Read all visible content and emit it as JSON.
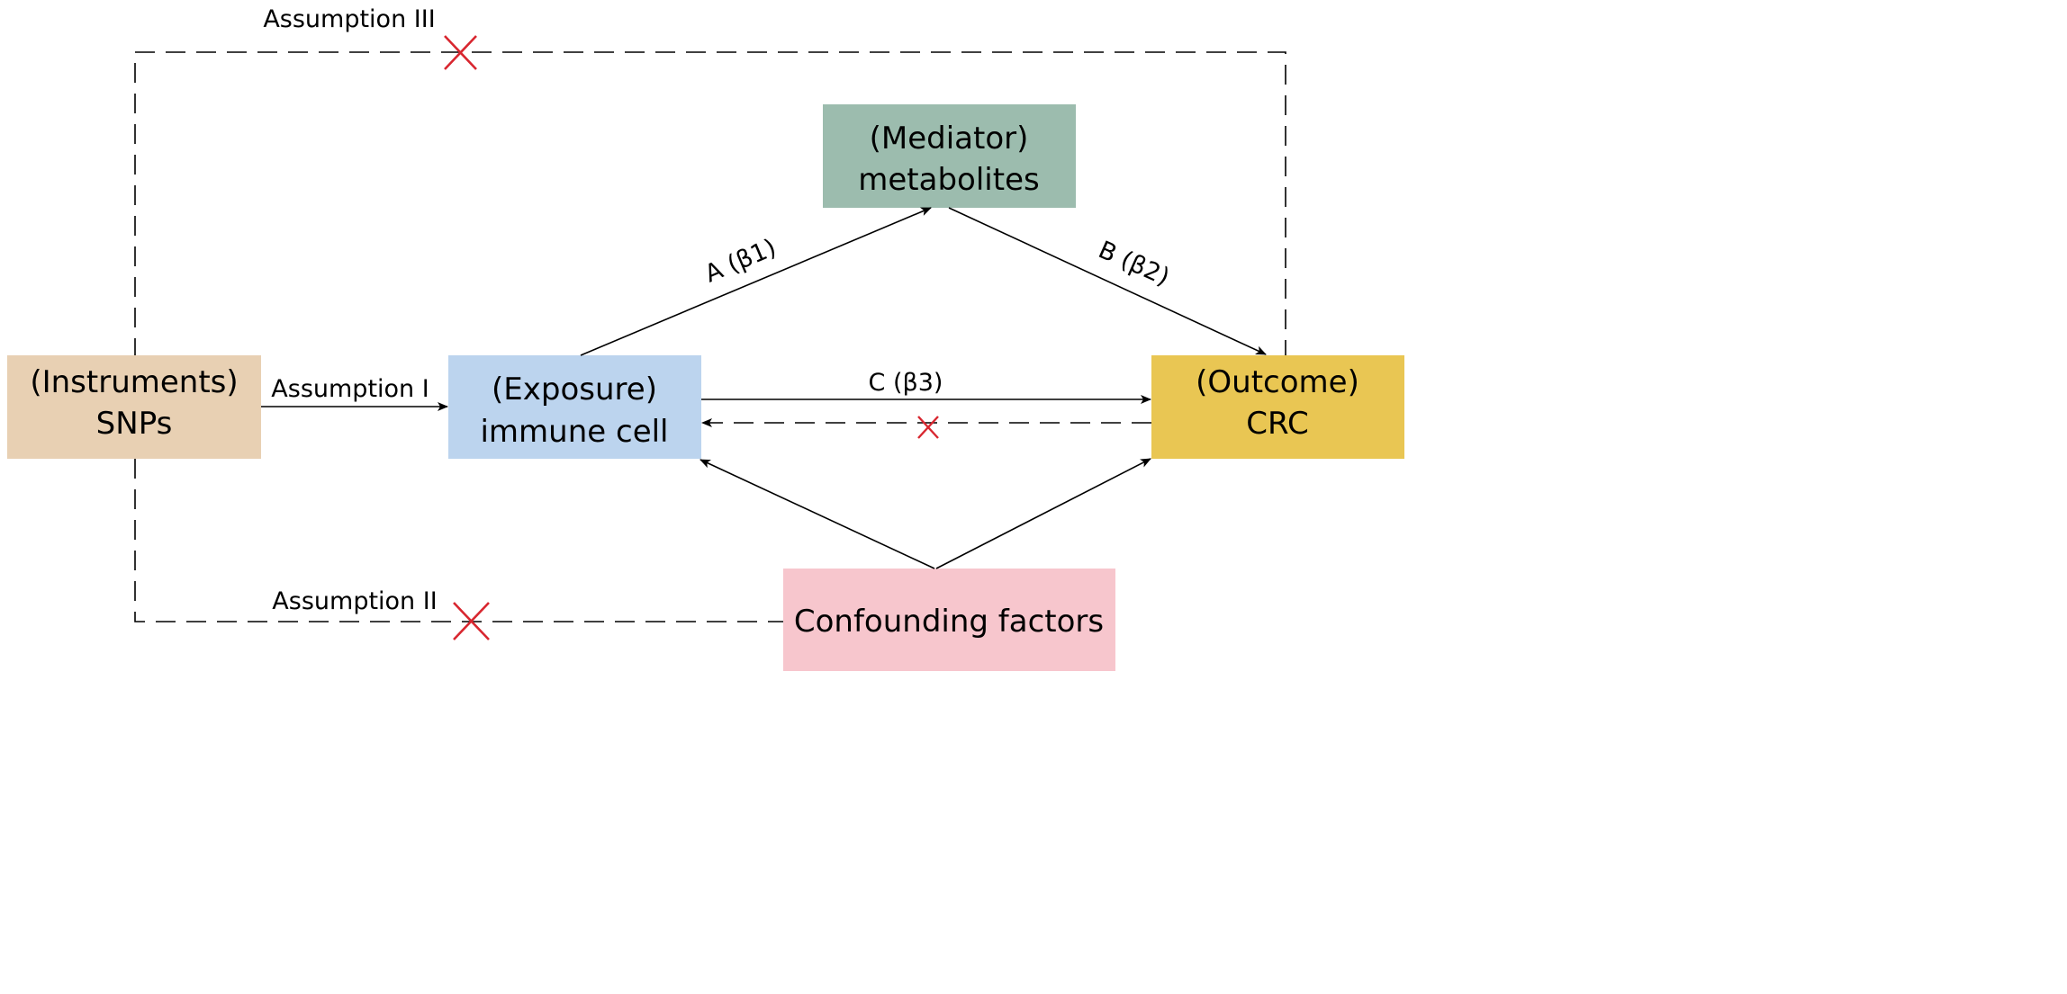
{
  "nodes": {
    "instruments": {
      "line1": "(Instruments)",
      "line2": "SNPs",
      "color": "#e8d0b3"
    },
    "exposure": {
      "line1": "(Exposure)",
      "line2": "immune cell",
      "color": "#bcd4ee"
    },
    "mediator": {
      "line1": "(Mediator)",
      "line2": "metabolites",
      "color": "#9cbcae"
    },
    "outcome": {
      "line1": "(Outcome)",
      "line2": "CRC",
      "color": "#e9c653"
    },
    "confounders": {
      "label": "Confounding factors",
      "color": "#f7c6cd"
    }
  },
  "edges": {
    "path_a": "A (β1)",
    "path_b": "B (β2)",
    "path_c": "C (β3)"
  },
  "assumptions": {
    "one": "Assumption I",
    "two": "Assumption II",
    "three": "Assumption III"
  },
  "colors": {
    "line": "#000000",
    "cross": "#d8262f"
  }
}
